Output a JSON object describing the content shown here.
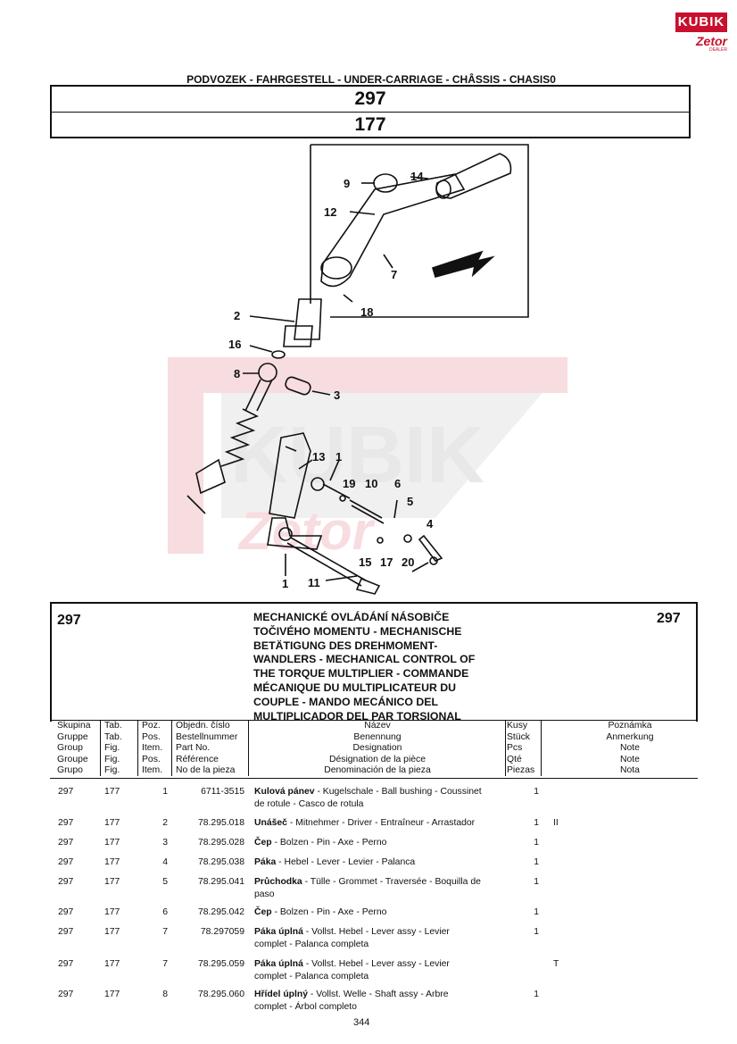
{
  "logo": {
    "brand": "KUBIK",
    "sub": "Zetor",
    "tag": "DEALER"
  },
  "section_title": "PODVOZEK - FAHRGESTELL - UNDER-CARRIAGE - CHÂSSIS - CHASIS0",
  "group_code": "297",
  "figure_code": "177",
  "diagram_labels": [
    "9",
    "14",
    "12",
    "7",
    "18",
    "2",
    "16",
    "8",
    "3",
    "13",
    "1",
    "19",
    "10",
    "6",
    "5",
    "4",
    "15",
    "17",
    "20",
    "1",
    "11"
  ],
  "watermark": {
    "brand": "KUBIK",
    "sub": "Zetor"
  },
  "description": {
    "code_left": "297",
    "code_right": "297",
    "lines": [
      "MECHANICKÉ OVLÁDÁNÍ NÁSOBIČE",
      "TOČIVÉHO MOMENTU - MECHANISCHE",
      "BETÄTIGUNG DES DREHMOMENT-",
      "WANDLERS - MECHANICAL CONTROL OF",
      "THE TORQUE MULTIPLIER - COMMANDE",
      "MÉCANIQUE DU MULTIPLICATEUR DU",
      "COUPLE - MANDO MECÁNICO DEL",
      "MULTIPLICADOR DEL PAR TORSIONAL"
    ]
  },
  "columns": {
    "group": [
      "Skupina",
      "Gruppe",
      "Group",
      "Groupe",
      "Grupo"
    ],
    "tab": [
      "Tab.",
      "Tab.",
      "Fig.",
      "Fig.",
      "Fig."
    ],
    "pos": [
      "Poz.",
      "Pos.",
      "Item.",
      "Pos.",
      "Item."
    ],
    "part_no": [
      "Objedn. číslo",
      "Bestellnummer",
      "Part No.",
      "Référence",
      "No de la pieza"
    ],
    "name": [
      "Název",
      "Benennung",
      "Designation",
      "Désignation de la pièce",
      "Denominación de la pieza"
    ],
    "qty": [
      "Kusy",
      "Stück",
      "Pcs",
      "Qté",
      "Piezas"
    ],
    "note": [
      "Poznámka",
      "Anmerkung",
      "Note",
      "Note",
      "Nota"
    ]
  },
  "rows": [
    {
      "group": "297",
      "tab": "177",
      "pos": "1",
      "part_no": "6711-3515",
      "name_cz": "Kulová pánev",
      "name_rest": " - Kugelschale - Ball bushing - Coussinet",
      "name_line2": "de rotule - Casco de rotula",
      "qty": "1",
      "note": ""
    },
    {
      "group": "297",
      "tab": "177",
      "pos": "2",
      "part_no": "78.295.018",
      "name_cz": "Unášeč",
      "name_rest": " - Mitnehmer - Driver - Entraîneur - Arrastador",
      "name_line2": "",
      "qty": "1",
      "note": "II"
    },
    {
      "group": "297",
      "tab": "177",
      "pos": "3",
      "part_no": "78.295.028",
      "name_cz": "Čep",
      "name_rest": " - Bolzen - Pin - Axe - Perno",
      "name_line2": "",
      "qty": "1",
      "note": ""
    },
    {
      "group": "297",
      "tab": "177",
      "pos": "4",
      "part_no": "78.295.038",
      "name_cz": "Páka",
      "name_rest": " - Hebel - Lever - Levier - Palanca",
      "name_line2": "",
      "qty": "1",
      "note": ""
    },
    {
      "group": "297",
      "tab": "177",
      "pos": "5",
      "part_no": "78.295.041",
      "name_cz": "Průchodka",
      "name_rest": " - Tülle - Grommet - Traversée - Boquilla de",
      "name_line2": "paso",
      "qty": "1",
      "note": ""
    },
    {
      "group": "297",
      "tab": "177",
      "pos": "6",
      "part_no": "78.295.042",
      "name_cz": "Čep",
      "name_rest": " - Bolzen - Pin - Axe - Perno",
      "name_line2": "",
      "qty": "1",
      "note": ""
    },
    {
      "group": "297",
      "tab": "177",
      "pos": "7",
      "part_no": "78.297059",
      "name_cz": "Páka úplná",
      "name_rest": " - Vollst. Hebel - Lever assy  - Levier",
      "name_line2": "complet  - Palanca completa",
      "qty": "1",
      "note": ""
    },
    {
      "group": "297",
      "tab": "177",
      "pos": "7",
      "part_no": "78.295.059",
      "name_cz": "Páka úplná",
      "name_rest": " - Vollst. Hebel - Lever assy  - Levier",
      "name_line2": "complet  - Palanca completa",
      "qty": "",
      "note": "T"
    },
    {
      "group": "297",
      "tab": "177",
      "pos": "8",
      "part_no": "78.295.060",
      "name_cz": "Hřídel úplný",
      "name_rest": " - Vollst. Welle - Shaft assy - Arbre",
      "name_line2": "complet - Árbol completo",
      "qty": "1",
      "note": ""
    }
  ],
  "page_number": "344"
}
